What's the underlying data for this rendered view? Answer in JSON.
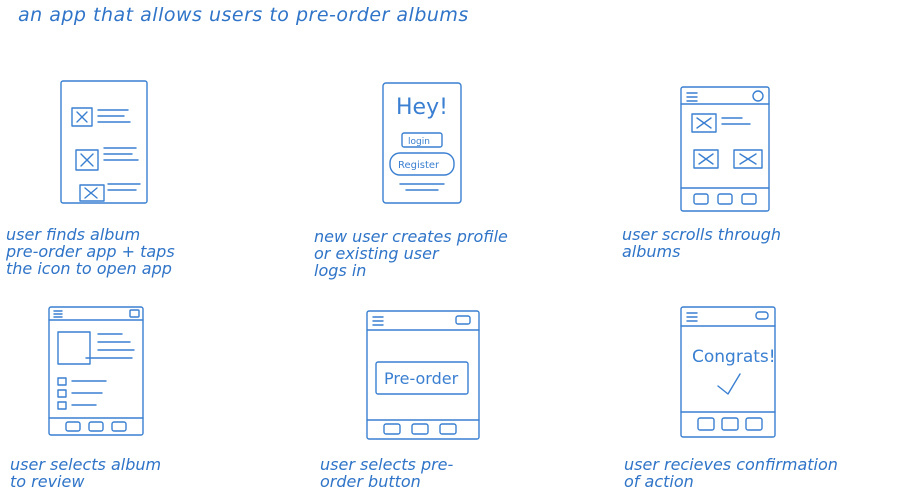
{
  "title": "an app that allows users to pre-order albums",
  "frames": [
    {
      "id": "f1",
      "caption": "user finds album\npre-order app + taps\nthe icon to open app",
      "icons": [
        "x-box-icon",
        "x-box-icon",
        "x-box-icon"
      ]
    },
    {
      "id": "f2",
      "caption": "new user creates profile\nor existing user\nlogs in",
      "heading": "Hey!",
      "buttons": [
        "login",
        "Register"
      ]
    },
    {
      "id": "f3",
      "caption": "user scrolls through\nalbums",
      "icons": [
        "menu-icon",
        "profile-icon",
        "x-box-icon",
        "x-box-icon",
        "x-box-icon"
      ]
    },
    {
      "id": "f4",
      "caption": "user selects album\nto review"
    },
    {
      "id": "f5",
      "caption": "user selects pre-\norder button",
      "button": "Pre-order"
    },
    {
      "id": "f6",
      "caption": "user recieves confirmation\nof action",
      "message": "Congrats!"
    }
  ],
  "colors": {
    "ink": "#2f74c8"
  }
}
